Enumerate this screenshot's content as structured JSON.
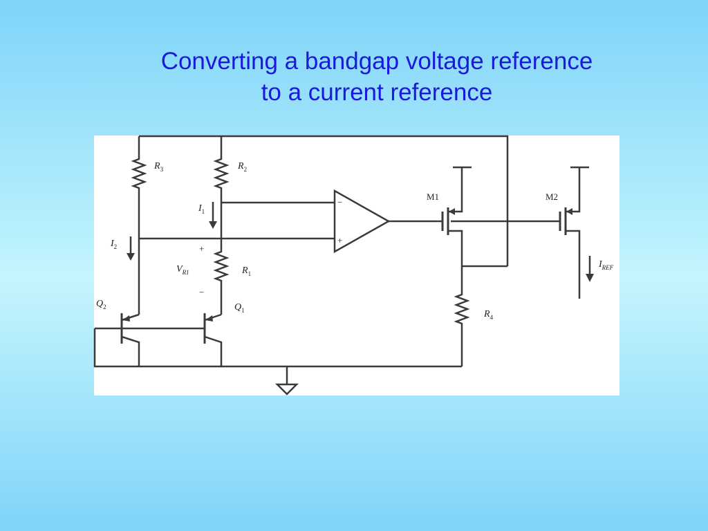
{
  "title": {
    "line1": "Converting a bandgap voltage reference",
    "line2": "to a current reference"
  },
  "diagram": {
    "resistors": [
      {
        "name": "R",
        "sub": "3"
      },
      {
        "name": "R",
        "sub": "2"
      },
      {
        "name": "R",
        "sub": "1"
      },
      {
        "name": "R",
        "sub": "4"
      }
    ],
    "transistors": [
      {
        "name": "Q",
        "sub": "2"
      },
      {
        "name": "Q",
        "sub": "1"
      },
      {
        "label": "M1"
      },
      {
        "label": "M2"
      }
    ],
    "currents": [
      {
        "name": "I",
        "sub": "1"
      },
      {
        "name": "I",
        "sub": "2"
      },
      {
        "name": "I",
        "sub": "REF"
      }
    ],
    "voltage": {
      "name": "V",
      "sub": "R1",
      "plus": "+",
      "minus": "−"
    },
    "opamp": {
      "inv": "−",
      "noninv": "+"
    }
  }
}
